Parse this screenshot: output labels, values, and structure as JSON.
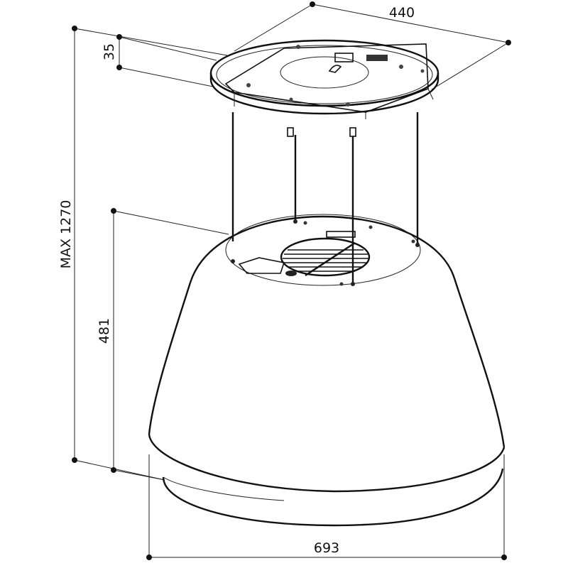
{
  "dimensions": {
    "plate_diameter": "440",
    "plate_height": "35",
    "max_height": "MAX 1270",
    "hood_height": "481",
    "hood_width": "693"
  }
}
